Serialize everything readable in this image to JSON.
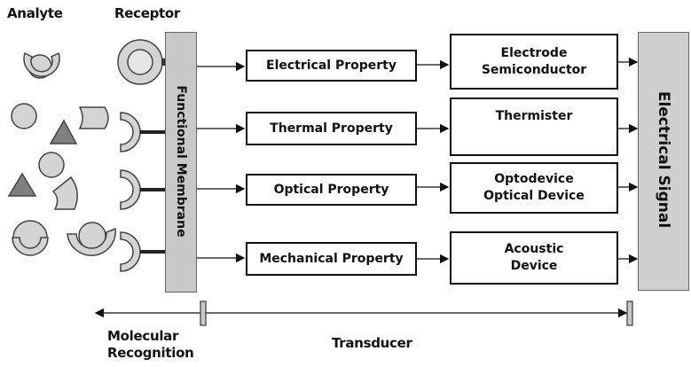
{
  "headers": {
    "analyte": "Analyte",
    "receptor": "Receptor"
  },
  "membrane": {
    "label": "Functional Membrane"
  },
  "properties": [
    "Electrical Property",
    "Thermal Property",
    "Optical Property",
    "Mechanical Property"
  ],
  "devices": [
    "Electrode\nSemiconductor",
    "Thermister",
    "Optodevice\nOptical Device",
    "Acoustic\nDevice"
  ],
  "signal": {
    "label": "Electrical Signal"
  },
  "bottom": {
    "molecular": "Molecular\nRecognition",
    "transducer": "Transducer"
  },
  "colors": {
    "shape_fill": "#d4d4d4",
    "shape_stroke": "#444444",
    "triangle": "#808080",
    "bar": "#c8c8c8"
  }
}
